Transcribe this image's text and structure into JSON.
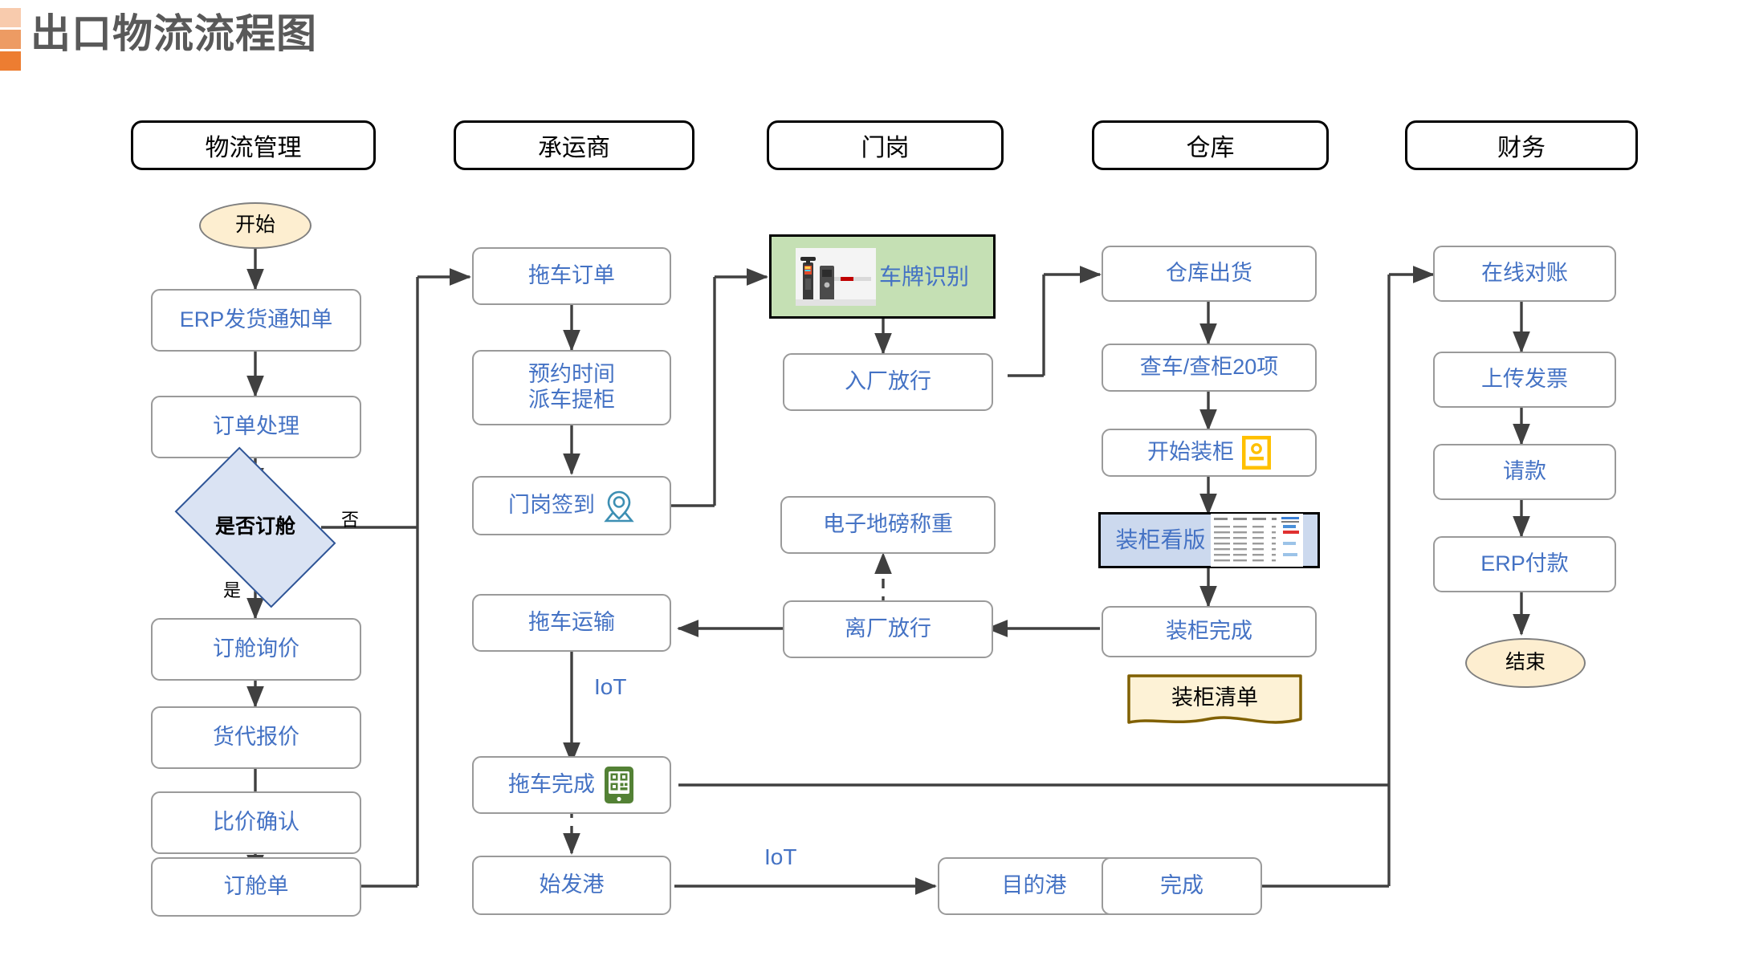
{
  "page": {
    "title": "出口物流流程图",
    "accent_colors": [
      "#f8cbad",
      "#ed9b63",
      "#ed7d31"
    ],
    "title_color": "#595959",
    "node_text_color": "#4472c4",
    "node_border_color": "#9a9a9a",
    "terminator_fill": "#fdeed0",
    "decision_fill": "#dae3f3",
    "decision_border": "#2f5597",
    "media_green_fill": "#c5e0b4",
    "media_blue_fill": "#ccd9ee",
    "note_fill": "#fdf2d6",
    "note_border": "#806000"
  },
  "lanes": [
    {
      "id": "logistics",
      "label": "物流管理"
    },
    {
      "id": "carrier",
      "label": "承运商"
    },
    {
      "id": "gate",
      "label": "门岗"
    },
    {
      "id": "warehouse",
      "label": "仓库"
    },
    {
      "id": "finance",
      "label": "财务"
    }
  ],
  "nodes": {
    "start": {
      "label": "开始",
      "lane": "logistics",
      "type": "terminator"
    },
    "erp_notice": {
      "label": "ERP发货通知单",
      "lane": "logistics",
      "type": "process"
    },
    "order_proc": {
      "label": "订单处理",
      "lane": "logistics",
      "type": "process"
    },
    "book_decide": {
      "label": "是否订舱",
      "lane": "logistics",
      "type": "decision"
    },
    "book_quote": {
      "label": "订舱询价",
      "lane": "logistics",
      "type": "process"
    },
    "fwd_quote": {
      "label": "货代报价",
      "lane": "logistics",
      "type": "process"
    },
    "price_cmp": {
      "label": "比价确认",
      "lane": "logistics",
      "type": "process"
    },
    "booking": {
      "label": "订舱单",
      "lane": "logistics",
      "type": "process"
    },
    "tow_order": {
      "label": "拖车订单",
      "lane": "carrier",
      "type": "process"
    },
    "appoint": {
      "label": "预约时间\n派车提柜",
      "line1": "预约时间",
      "line2": "派车提柜",
      "lane": "carrier",
      "type": "process"
    },
    "gate_signin": {
      "label": "门岗签到",
      "lane": "carrier",
      "type": "process",
      "icon": "location-pin-icon"
    },
    "tow_transit": {
      "label": "拖车运输",
      "lane": "carrier",
      "type": "process"
    },
    "tow_done": {
      "label": "拖车完成",
      "lane": "carrier",
      "type": "process",
      "icon": "qr-mobile-icon"
    },
    "origin_port": {
      "label": "始发港",
      "lane": "carrier",
      "type": "process"
    },
    "plate_recog": {
      "label": "车牌识别",
      "lane": "gate",
      "type": "media-green",
      "thumb": "barrier-gate-photo"
    },
    "enter_pass": {
      "label": "入厂放行",
      "lane": "gate",
      "type": "process"
    },
    "weighbridge": {
      "label": "电子地磅称重",
      "lane": "gate",
      "type": "process"
    },
    "exit_pass": {
      "label": "离厂放行",
      "lane": "gate",
      "type": "process"
    },
    "wh_ship": {
      "label": "仓库出货",
      "lane": "warehouse",
      "type": "process"
    },
    "check20": {
      "label": "查车/查柜20项",
      "lane": "warehouse",
      "type": "process"
    },
    "load_start": {
      "label": "开始装柜",
      "lane": "warehouse",
      "type": "process",
      "icon": "id-badge-icon"
    },
    "load_board": {
      "label": "装柜看版",
      "lane": "warehouse",
      "type": "media-blue",
      "thumb": "dashboard-table-photo"
    },
    "load_done": {
      "label": "装柜完成",
      "lane": "warehouse",
      "type": "process"
    },
    "packing_list": {
      "label": "装柜清单",
      "lane": "warehouse",
      "type": "document-note"
    },
    "recon": {
      "label": "在线对账",
      "lane": "finance",
      "type": "process"
    },
    "upload_inv": {
      "label": "上传发票",
      "lane": "finance",
      "type": "process"
    },
    "request_pay": {
      "label": "请款",
      "lane": "finance",
      "type": "process"
    },
    "erp_pay": {
      "label": "ERP付款",
      "lane": "finance",
      "type": "process"
    },
    "end": {
      "label": "结束",
      "lane": "finance",
      "type": "terminator"
    },
    "dest_port": {
      "label": "目的港",
      "lane": "gate",
      "type": "process"
    },
    "finish": {
      "label": "完成",
      "lane": "warehouse",
      "type": "process"
    }
  },
  "edge_labels": {
    "no": "否",
    "yes": "是",
    "iot_tow": "IoT",
    "iot_port": "IoT"
  },
  "edges": [
    {
      "from": "start",
      "to": "erp_notice",
      "style": "solid"
    },
    {
      "from": "erp_notice",
      "to": "order_proc",
      "style": "solid"
    },
    {
      "from": "order_proc",
      "to": "book_decide",
      "style": "solid"
    },
    {
      "from": "book_decide",
      "to": "book_quote",
      "style": "solid",
      "label": "是"
    },
    {
      "from": "book_decide",
      "to": "tow_order",
      "style": "solid",
      "label": "否"
    },
    {
      "from": "book_quote",
      "to": "fwd_quote",
      "style": "solid"
    },
    {
      "from": "fwd_quote",
      "to": "price_cmp",
      "style": "solid"
    },
    {
      "from": "price_cmp",
      "to": "booking",
      "style": "solid"
    },
    {
      "from": "booking",
      "to": "tow_order",
      "style": "solid"
    },
    {
      "from": "tow_order",
      "to": "appoint",
      "style": "solid"
    },
    {
      "from": "appoint",
      "to": "gate_signin",
      "style": "solid"
    },
    {
      "from": "gate_signin",
      "to": "plate_recog",
      "style": "solid"
    },
    {
      "from": "plate_recog",
      "to": "enter_pass",
      "style": "solid"
    },
    {
      "from": "enter_pass",
      "to": "wh_ship",
      "style": "solid"
    },
    {
      "from": "wh_ship",
      "to": "check20",
      "style": "solid"
    },
    {
      "from": "check20",
      "to": "load_start",
      "style": "solid"
    },
    {
      "from": "load_start",
      "to": "load_board",
      "style": "solid"
    },
    {
      "from": "load_board",
      "to": "load_done",
      "style": "solid"
    },
    {
      "from": "load_done",
      "to": "exit_pass",
      "style": "solid"
    },
    {
      "from": "exit_pass",
      "to": "weighbridge",
      "style": "dashed"
    },
    {
      "from": "exit_pass",
      "to": "tow_transit",
      "style": "solid"
    },
    {
      "from": "tow_transit",
      "to": "tow_done",
      "style": "solid",
      "label": "IoT"
    },
    {
      "from": "tow_done",
      "to": "origin_port",
      "style": "dashed"
    },
    {
      "from": "tow_done",
      "to": "recon",
      "style": "solid"
    },
    {
      "from": "origin_port",
      "to": "dest_port",
      "style": "solid",
      "label": "IoT"
    },
    {
      "from": "dest_port",
      "to": "finish",
      "style": "dashed"
    },
    {
      "from": "finish",
      "to": "recon",
      "style": "solid"
    },
    {
      "from": "recon",
      "to": "upload_inv",
      "style": "solid"
    },
    {
      "from": "upload_inv",
      "to": "request_pay",
      "style": "solid"
    },
    {
      "from": "request_pay",
      "to": "erp_pay",
      "style": "solid"
    },
    {
      "from": "erp_pay",
      "to": "end",
      "style": "solid"
    }
  ]
}
